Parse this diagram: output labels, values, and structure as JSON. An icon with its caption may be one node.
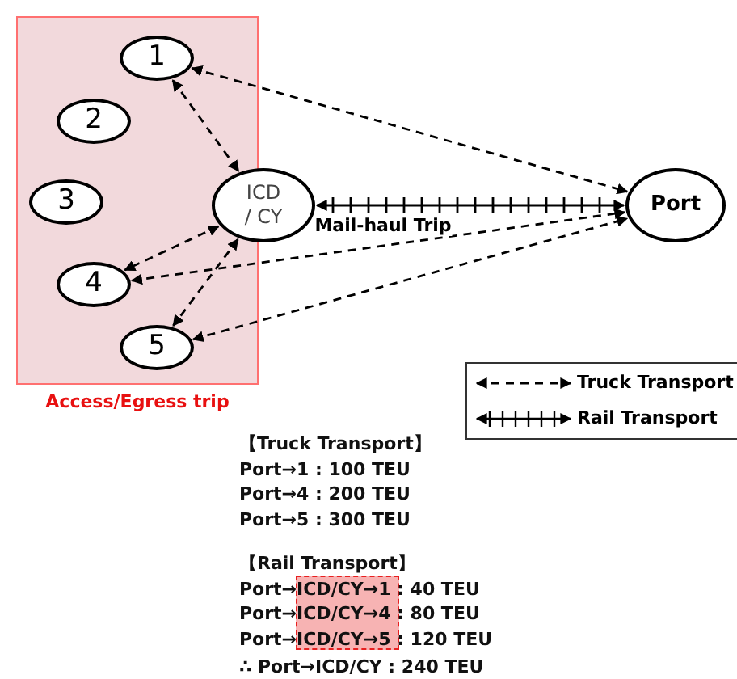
{
  "diagram": {
    "nodes": [
      {
        "text": [
          "Access/Egress trip"
        ]
      },
      {
        "text": [
          "1"
        ],
        "in": 0
      },
      {
        "text": [
          "2"
        ],
        "in": 0
      },
      {
        "text": [
          "3"
        ],
        "in": 0
      },
      {
        "text": [
          "4"
        ],
        "in": 0
      },
      {
        "text": [
          "5"
        ],
        "in": 0
      },
      {
        "text": [
          "ICD / CY"
        ]
      },
      {
        "text": [
          "Port"
        ]
      }
    ],
    "edges": [
      {
        "from": 1,
        "to": 7,
        "arrow": "both",
        "style": "dashed"
      },
      {
        "from": 1,
        "to": 6,
        "arrow": "both",
        "style": "dashed"
      },
      {
        "from": 6,
        "to": 7,
        "arrow": "both",
        "label": "Mail-haul Trip"
      },
      {
        "from": 6,
        "to": 4,
        "arrow": "both",
        "style": "dashed"
      },
      {
        "from": 4,
        "to": 7,
        "arrow": "both",
        "style": "dashed"
      },
      {
        "from": 6,
        "to": 5,
        "arrow": "both",
        "style": "dashed"
      },
      {
        "from": 5,
        "to": 7,
        "arrow": "both",
        "style": "dashed"
      }
    ],
    "labels": [
      "【Truck Transport】",
      "Port→1 : 100 TEU",
      "Port→4 : 200 TEU",
      "Port→5 : 300 TEU",
      "【Rail Transport】",
      "Port→ICD/CY→1 : 40 TEU",
      "Port→ICD/CY→4 : 80 TEU",
      "Port→ICD/CY→5 : 120 TEU",
      "∴ Port→ICD/CY : 240 TEU"
    ],
    "legend": [
      {
        "text": "Truck Transport"
      },
      {
        "text": "Rail Transport"
      }
    ]
  }
}
